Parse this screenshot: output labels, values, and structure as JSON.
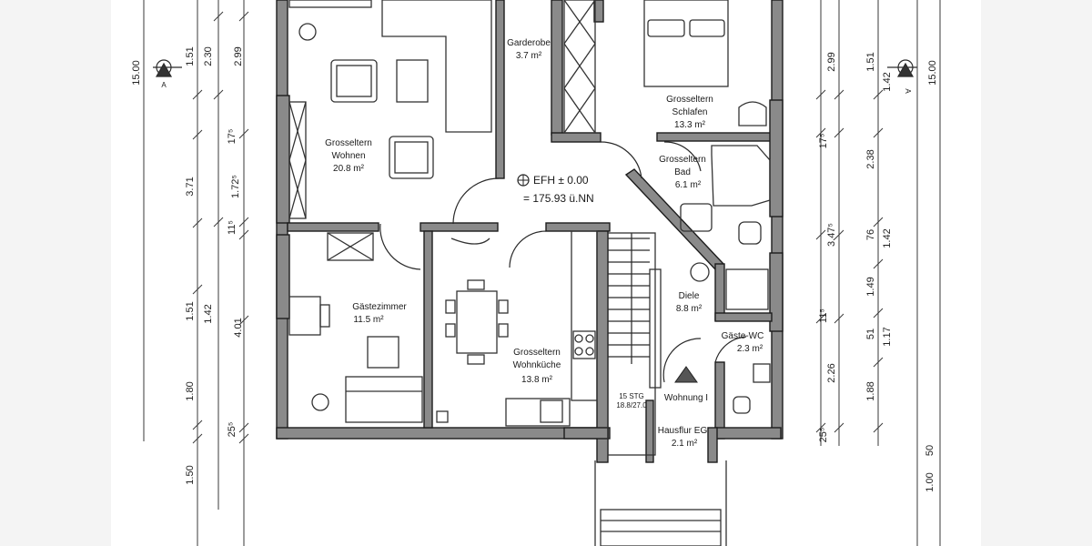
{
  "rooms": {
    "wohnen": {
      "line1": "Grosseltern",
      "line2": "Wohnen",
      "area": "20.8 m²"
    },
    "garderobe": {
      "name": "Garderobe",
      "area": "3.7 m²"
    },
    "schlafen": {
      "line1": "Grosseltern",
      "line2": "Schlafen",
      "area": "13.3 m²"
    },
    "bad": {
      "line1": "Grosseltern",
      "line2": "Bad",
      "area": "6.1 m²"
    },
    "gaeste": {
      "name": "Gästezimmer",
      "area": "11.5 m²"
    },
    "kueche": {
      "line1": "Grosseltern",
      "line2": "Wohnküche",
      "area": "13.8 m²"
    },
    "diele": {
      "name": "Diele",
      "area": "8.8 m²"
    },
    "gaeste_wc": {
      "name": "Gäste-WC",
      "area": "2.3 m²"
    },
    "hausflur": {
      "name": "Hausflur EG",
      "area": "2.1 m²"
    },
    "wohnung": {
      "name": "Wohnung I"
    },
    "stair": {
      "line1": "15 STG",
      "line2": "18.8/27.0"
    }
  },
  "level": {
    "line1": "EFH ± 0.00",
    "line2": "= 175.93 ü.NN"
  },
  "section_marker": "A",
  "dims_left_outer": [
    "15.00"
  ],
  "dims_left_mid": [
    "3.71",
    "4.01",
    "1.50"
  ],
  "dims_left_inner1": [
    "2.30",
    "1.72⁵",
    "1.42",
    "1.80"
  ],
  "dims_left_inner2": [
    "1.51",
    "2.99",
    "17⁵",
    "11⁵",
    "1.51",
    "25⁵"
  ],
  "dims_right_inner1": [
    "2.99",
    "17⁵",
    "3.47⁵",
    "11⁵",
    "2.26",
    "25⁵"
  ],
  "dims_right_inner2": [
    "1.51",
    "2.38",
    "76",
    "1.49",
    "51",
    "1.88"
  ],
  "dims_right_inner3": [
    "1.42",
    "1.42",
    "1.17",
    "1.00",
    "50"
  ],
  "dims_right_outer": [
    "15.00"
  ]
}
